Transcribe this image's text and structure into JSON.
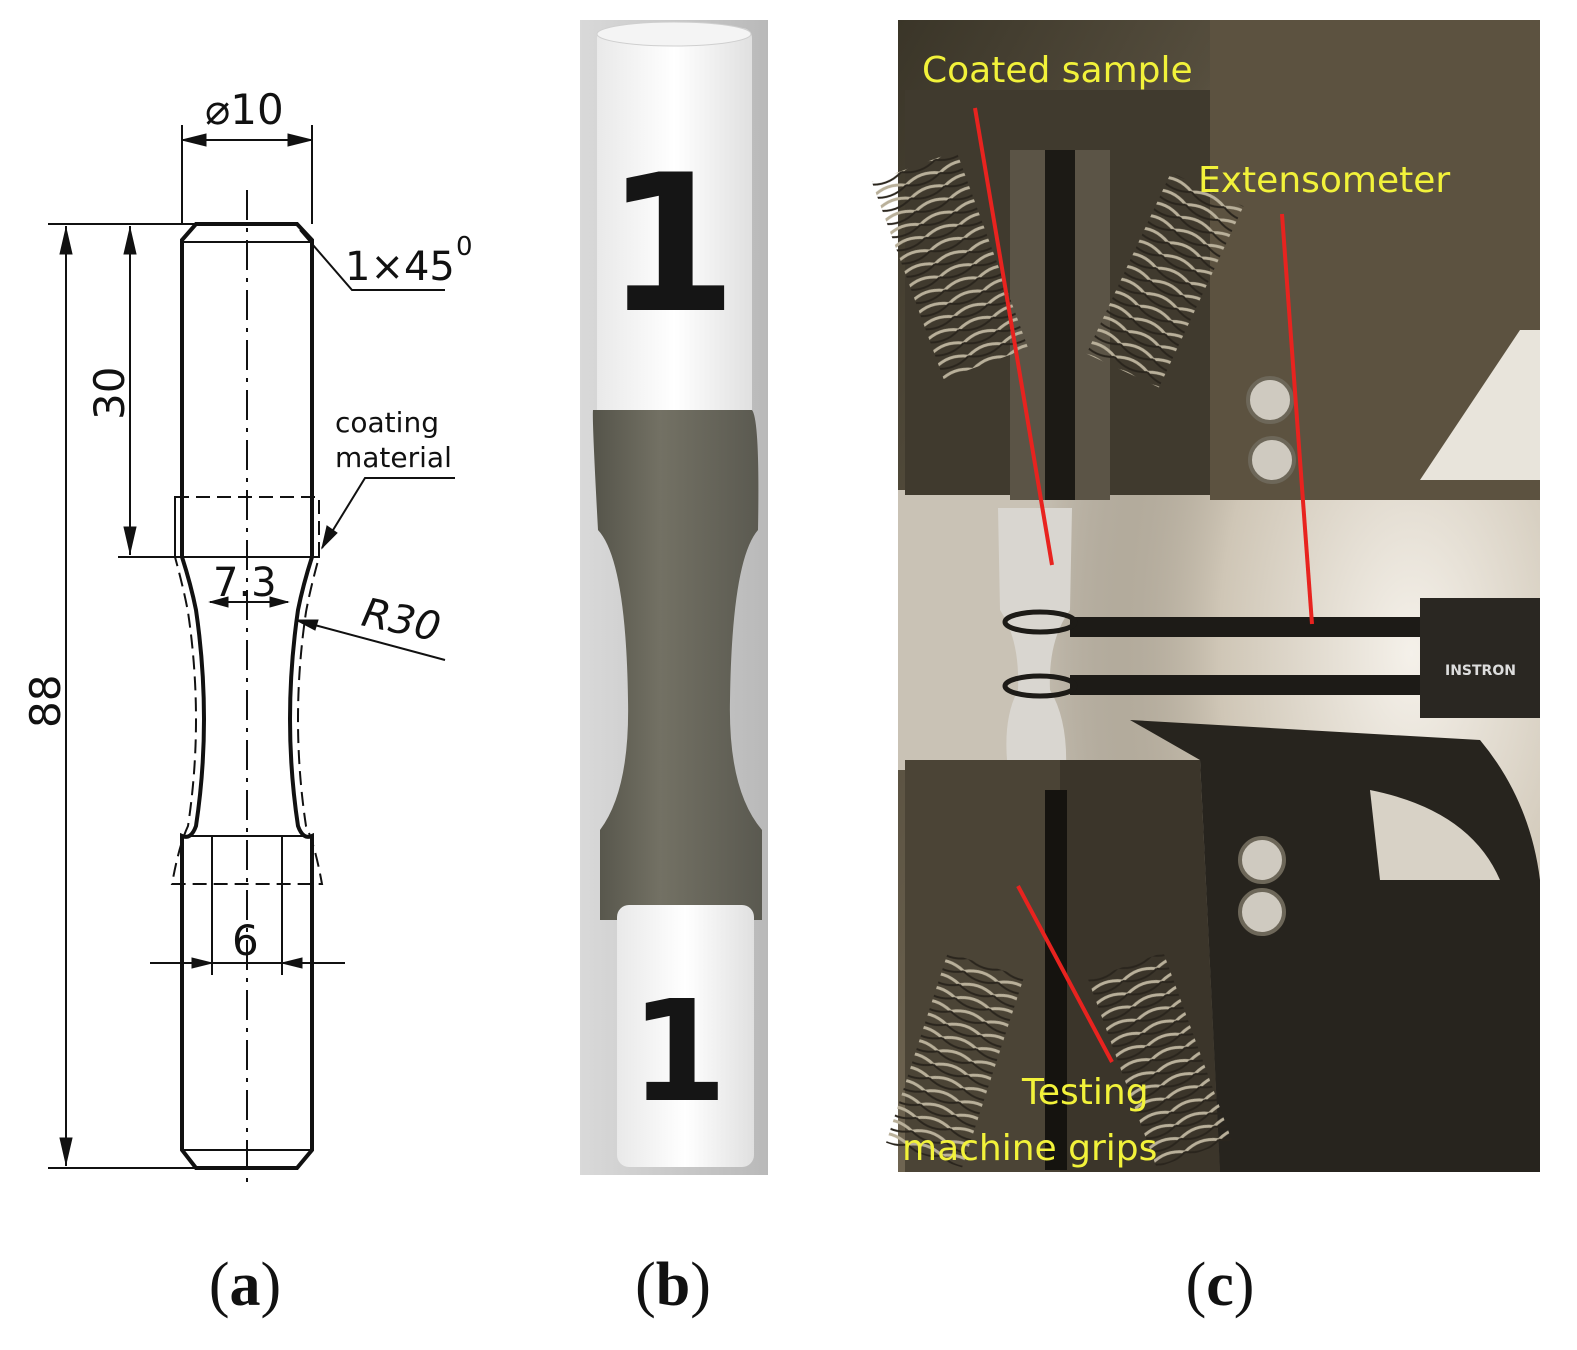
{
  "panel_a": {
    "caption": "a",
    "dimensions": {
      "diameter": "⌀10",
      "chamfer": "1×45",
      "chamfer_sup": "0",
      "grip_length": "30",
      "total_length": "88",
      "neck_width": "7.3",
      "radius": "R30",
      "gauge_diameter": "6"
    },
    "coating_label_line1": "coating",
    "coating_label_line2": "material"
  },
  "panel_b": {
    "caption": "b",
    "marker_top": "1",
    "marker_bottom": "1"
  },
  "panel_c": {
    "caption": "c",
    "annotations": {
      "coated_sample": "Coated sample",
      "extensometer": "Extensometer",
      "grips_line1": "Testing",
      "grips_line2": "machine grips"
    },
    "brand": "INSTRON",
    "annotation_color": "#f2f23a",
    "pointer_color": "#e8231f"
  }
}
